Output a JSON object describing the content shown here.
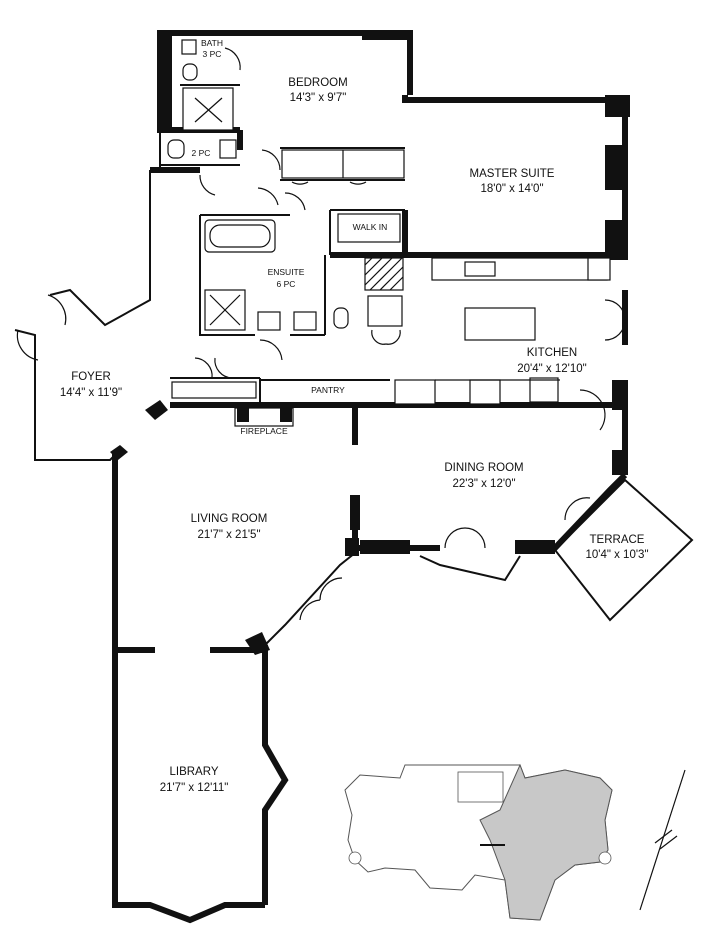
{
  "rooms": {
    "bath3": {
      "name": "BATH",
      "dim": "3 PC"
    },
    "pc2": {
      "name": "2 PC"
    },
    "bedroom": {
      "name": "BEDROOM",
      "dim": "14'3\" x 9'7\""
    },
    "master": {
      "name": "MASTER SUITE",
      "dim": "18'0\" x 14'0\""
    },
    "walkin": {
      "name": "WALK IN"
    },
    "ensuite": {
      "name": "ENSUITE",
      "dim": "6 PC"
    },
    "foyer": {
      "name": "FOYER",
      "dim": "14'4\" x 11'9\""
    },
    "kitchen": {
      "name": "KITCHEN",
      "dim": "20'4\" x 12'10\""
    },
    "pantry": {
      "name": "PANTRY"
    },
    "fireplace": {
      "name": "FIREPLACE"
    },
    "dining": {
      "name": "DINING ROOM",
      "dim": "22'3\" x 12'0\""
    },
    "living": {
      "name": "LIVING ROOM",
      "dim": "21'7\" x 21'5\""
    },
    "terrace": {
      "name": "TERRACE",
      "dim": "10'4\" x 10'3\""
    },
    "library": {
      "name": "LIBRARY",
      "dim": "21'7\" x 12'11\""
    }
  },
  "colors": {
    "wall": "#111111",
    "highlight": "#c8c8c8",
    "background": "#ffffff"
  },
  "icons": {
    "north_arrow": "north-arrow-icon",
    "key_plan": "key-plan-icon"
  }
}
